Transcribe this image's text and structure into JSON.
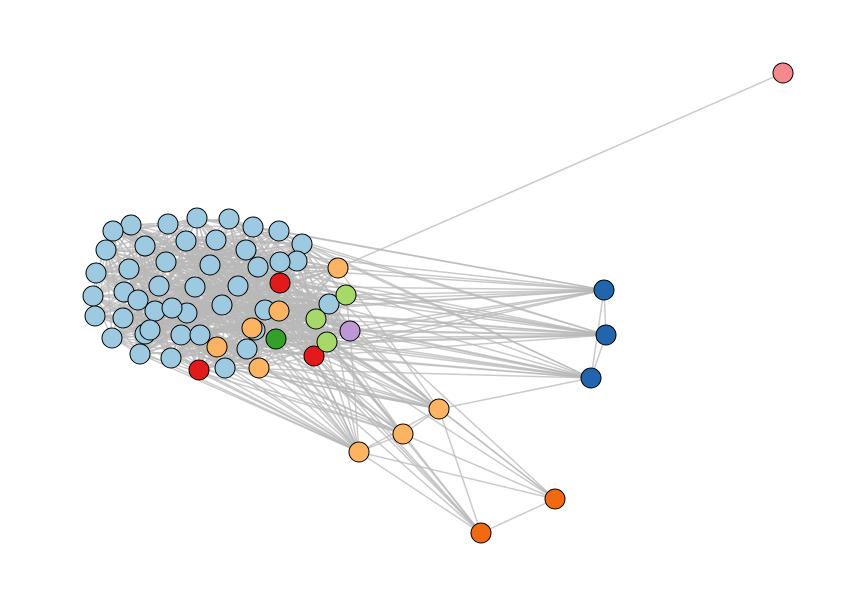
{
  "graph": {
    "directed": false,
    "palette": {
      "light-blue": "#9ecae1",
      "dark-blue": "#2166ac",
      "light-orange": "#fdb462",
      "dark-orange": "#f16913",
      "red": "#e31a1c",
      "dark-green": "#33a02c",
      "light-green": "#a6d96a",
      "lavender": "#bc99d4",
      "pink": "#f4888d"
    },
    "clusters": [
      {
        "name": "light-blue",
        "color": "#9ecae1",
        "count": 44
      },
      {
        "name": "light-orange",
        "color": "#fdb462",
        "count": 9
      },
      {
        "name": "red",
        "color": "#e31a1c",
        "count": 3
      },
      {
        "name": "light-green",
        "color": "#a6d96a",
        "count": 3
      },
      {
        "name": "dark-green",
        "color": "#33a02c",
        "count": 1
      },
      {
        "name": "lavender",
        "color": "#bc99d4",
        "count": 1
      },
      {
        "name": "dark-blue",
        "color": "#2166ac",
        "count": 3
      },
      {
        "name": "dark-orange",
        "color": "#f16913",
        "count": 2
      },
      {
        "name": "pink",
        "color": "#f4888d",
        "count": 1
      }
    ],
    "edge_color": "#b8b8b8"
  }
}
